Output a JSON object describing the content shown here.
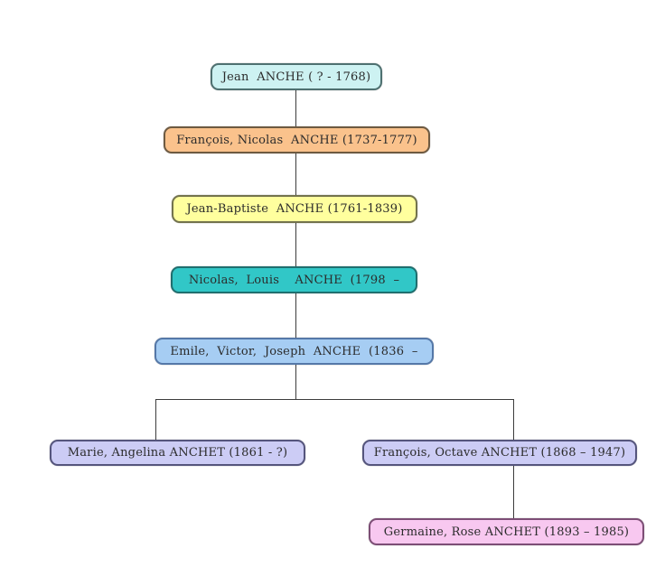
{
  "page": {
    "background": "#ffffff"
  },
  "diagram": {
    "connector_color": "#3c3c3c",
    "text_color": "#2b2b2b",
    "nodes": [
      {
        "label": "Jean  ANCHE ( ? - 1768)",
        "fill": "#cdf2f2",
        "border": "#4e7070"
      },
      {
        "label": "François, Nicolas  ANCHE (1737-1777)",
        "fill": "#fac28c",
        "border": "#6e5a41"
      },
      {
        "label": "Jean-Baptiste  ANCHE (1761-1839)",
        "fill": "#ffff9e",
        "border": "#73734d"
      },
      {
        "label": "Nicolas,  Louis    ANCHE  (1798  –",
        "fill": "#31c7c7",
        "border": "#1f6f6f"
      },
      {
        "label": "Emile,  Victor,  Joseph  ANCHE  (1836  –",
        "fill": "#a6cdf3",
        "border": "#5578a8"
      },
      {
        "label": "Marie, Angelina ANCHET (1861 - ?)",
        "fill": "#ccccf5",
        "border": "#55557d"
      },
      {
        "label": "François, Octave ANCHET (1868 – 1947)",
        "fill": "#ccccf5",
        "border": "#55557d"
      },
      {
        "label": "Germaine, Rose ANCHET (1893 – 1985)",
        "fill": "#f8c8f0",
        "border": "#7d4e76"
      }
    ]
  }
}
